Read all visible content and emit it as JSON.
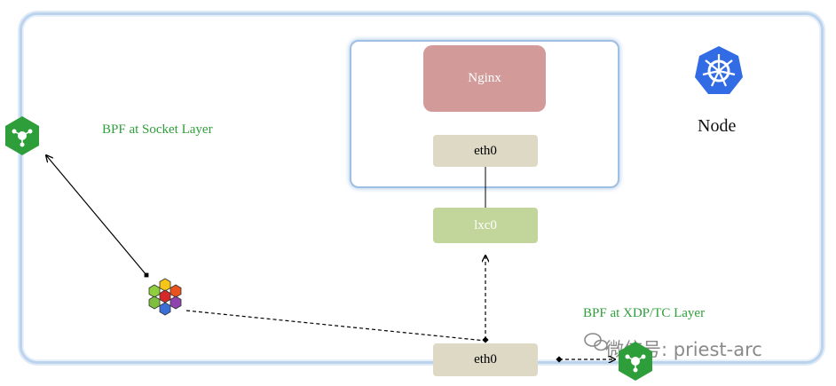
{
  "node": {
    "label": "Node"
  },
  "pod": {
    "app_label": "Nginx",
    "eth0_label": "eth0"
  },
  "host": {
    "lxc_label": "lxc0",
    "eth0_label": "eth0"
  },
  "labels": {
    "socket_layer": "BPF at Socket Layer",
    "xdp_layer": "BPF at XDP/TC  Layer"
  },
  "watermark": {
    "text": "微信号: priest-arc"
  },
  "colors": {
    "nginx_fill": "#d29b99",
    "eth_fill": "#ddd9c4",
    "lxc_fill": "#c2d69b",
    "bpf_label": "#2e9e3a",
    "k8s_blue": "#326ce5",
    "node_border": "#bcd3ee"
  },
  "icons": {
    "kubernetes": "kubernetes-icon",
    "socket_app": "app-hexagon-icon",
    "cilium": "cilium-hexagon-icon",
    "xdp_app": "app-hexagon-icon"
  }
}
